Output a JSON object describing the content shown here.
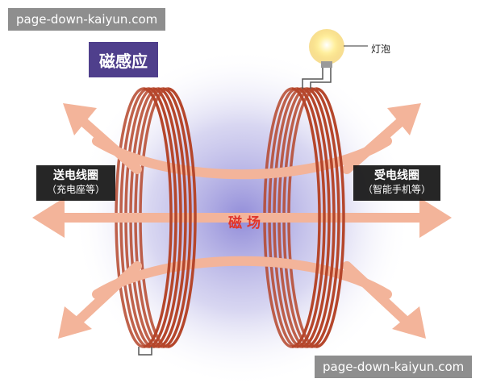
{
  "watermark": "page-down-kaiyun.com",
  "title": "磁感应",
  "bulb_label": "灯泡",
  "transmit_coil": {
    "name": "送电线圈",
    "sub": "（充电座等）"
  },
  "receive_coil": {
    "name": "受电线圈",
    "sub": "（智能手机等）"
  },
  "field_label": "磁 场",
  "colors": {
    "coil": "#b5462b",
    "arrow": "#f3b49a",
    "title_bg": "#4f3f8c",
    "field_glow": "#c9c6ec",
    "field_text": "#e0352b"
  }
}
